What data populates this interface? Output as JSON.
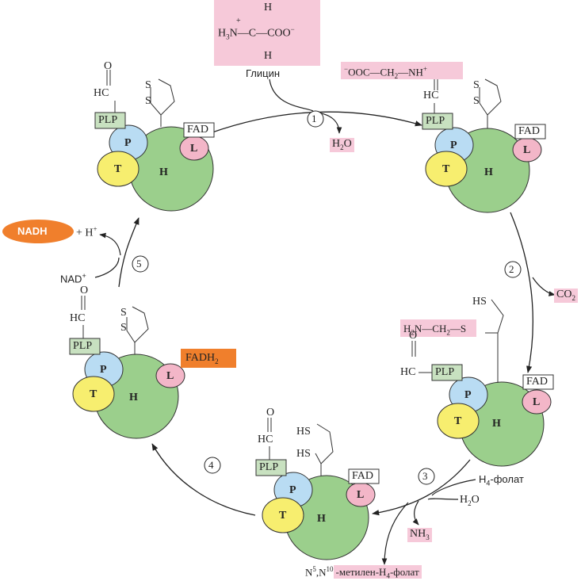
{
  "glycine": {
    "name": "Глицин",
    "atoms": {
      "H": "H",
      "N": "N",
      "C": "C",
      "COO": "COO",
      "plus": "+",
      "minus": "−",
      "H3": "H",
      "three": "3"
    }
  },
  "steps": [
    "1",
    "2",
    "3",
    "4",
    "5"
  ],
  "products": {
    "h2o": {
      "main": "H",
      "sub": "2",
      "tail": "O"
    },
    "co2": {
      "main": "CO",
      "sub": "2"
    },
    "nh3": {
      "main": "NH",
      "sub": "3"
    },
    "nadh": "NADH",
    "h_plus": "+ H",
    "plus_sup": "+",
    "nad_plus": "NAD",
    "h4_folate": {
      "main": "H",
      "sub": "4",
      "tail": "-фолат"
    },
    "h2o_in": {
      "main": "H",
      "sub": "2",
      "tail": "O"
    },
    "methylene": {
      "n5": "N",
      "s5": "5",
      "comma": ",N",
      "s10": "10",
      "pink": "-метилен-H",
      "s4": "4",
      "tail": "-фолат"
    }
  },
  "intermediates": {
    "carboxyl": {
      "pre": "−",
      "main": "OOC—CH",
      "sub": "2",
      "tail": "—NH",
      "sup": "+"
    },
    "aminomethyl": {
      "main": "H",
      "s2": "2",
      "mid": "N—CH",
      "s2b": "2",
      "tail": "—S"
    }
  },
  "fad": "FAD",
  "fadh2": {
    "main": "FADH",
    "sub": "2"
  },
  "proteins": {
    "P": "P",
    "T": "T",
    "H": "H",
    "L": "L",
    "PLP": "PLP"
  },
  "chem": {
    "HC": "HC",
    "O": "O",
    "S": "S",
    "HS": "HS"
  },
  "colors": {
    "P": "#b9dcf3",
    "T": "#f7ee6f",
    "H": "#9bcf8c",
    "L": "#f3b6c8",
    "plp": "#c8e1c0",
    "pink_box": "#f6c9d9",
    "orange": "#f07f2c"
  }
}
